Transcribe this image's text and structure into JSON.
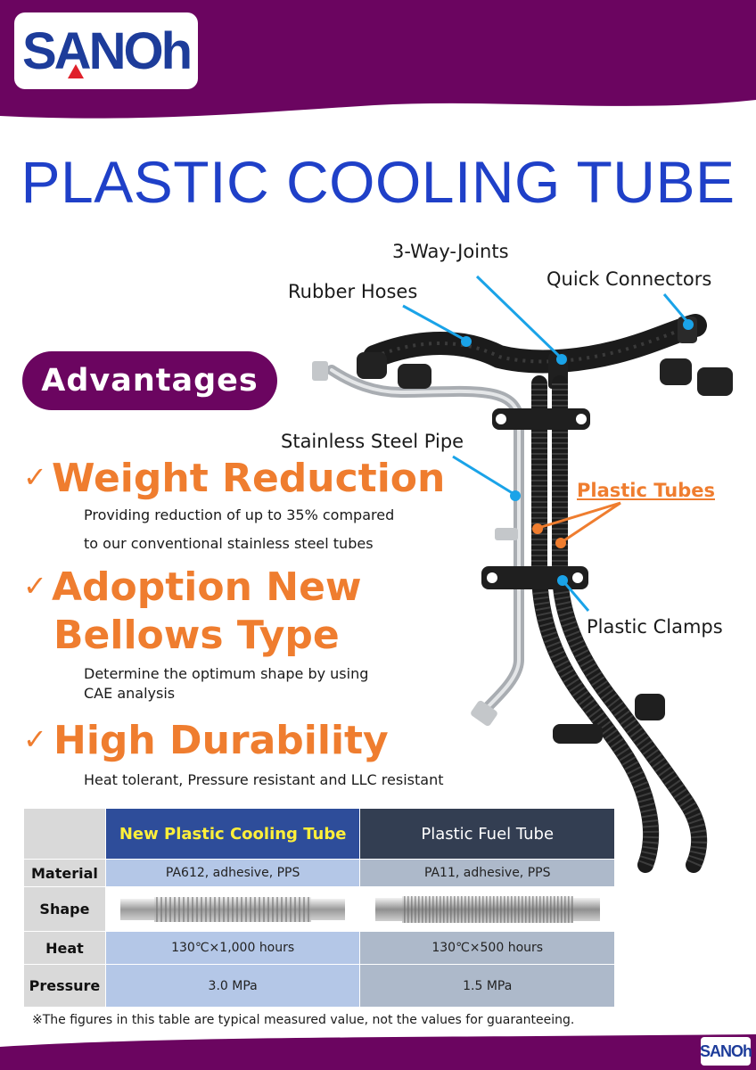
{
  "brand": {
    "logo_text": "SANOh"
  },
  "title": "PLASTIC COOLING TUBE",
  "callouts": {
    "three_way": "3-Way-Joints",
    "quick": "Quick Connectors",
    "rubber": "Rubber Hoses",
    "steel": "Stainless Steel Pipe",
    "tubes": "Plastic Tubes",
    "clamps": "Plastic Clamps"
  },
  "advantages": {
    "label": "Advantages",
    "check_glyph": "✓",
    "items": [
      {
        "title": "Weight Reduction",
        "desc_line1": "Providing reduction of up to 35% compared",
        "desc_line2": "to our conventional stainless steel tubes"
      },
      {
        "title_line1": "Adoption New",
        "title_line2": "Bellows Type",
        "desc_line1": "Determine the optimum shape by using",
        "desc_line2": "CAE analysis"
      },
      {
        "title": "High Durability",
        "desc_line1": "Heat tolerant, Pressure resistant and LLC resistant"
      }
    ]
  },
  "table": {
    "col_new": "New Plastic Cooling Tube",
    "col_fuel": "Plastic Fuel Tube",
    "rows": [
      {
        "label": "Material",
        "new": "PA612, adhesive, PPS",
        "fuel": "PA11, adhesive, PPS"
      },
      {
        "label": "Shape"
      },
      {
        "label": "Heat",
        "new": "130℃×1,000 hours",
        "fuel": "130℃×500 hours"
      },
      {
        "label": "Pressure",
        "new": "3.0 MPa",
        "fuel": "1.5 MPa"
      }
    ]
  },
  "footnote": "※The figures in this table are typical measured value, not the values for guaranteeing.",
  "colors": {
    "purple": "#6b0560",
    "title_blue": "#1f40c8",
    "orange": "#ef7d2f",
    "callout_blue": "#1aa3e8",
    "tube_black": "#1b1b1b"
  }
}
